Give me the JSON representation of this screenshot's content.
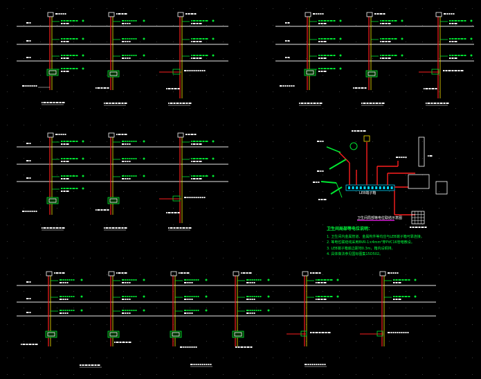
{
  "diagram": {
    "background": "#000000",
    "colors": {
      "bus": "#e8e8e8",
      "riser": "#ff1f1f",
      "riser_alt": "#ffe600",
      "green": "#00e832",
      "cyan": "#00d8ff",
      "magenta": "#ff22ff",
      "white": "#ffffff"
    },
    "blocks": [
      {
        "id": "top-left",
        "caption": "1号楼竖向配电干线图"
      },
      {
        "id": "top-right",
        "caption": "2号楼竖向配电干线图"
      },
      {
        "id": "mid-left",
        "caption": "3号楼竖向配电干线图"
      },
      {
        "id": "bottom",
        "caption": "地下室配电干线图"
      }
    ],
    "detail": {
      "title": "卫生间局部等电位联结示意图",
      "led_label": "LEB端子箱",
      "notes_heading": "卫生间局部等电位说明：",
      "notes": [
        "1. 卫生间内金属管道、金属构件等均应与LEB端子箱可靠连接。",
        "2. 等电位联结线采用BVR-1×4mm²穿PVC16管暗敷设。",
        "3. LEB端子箱底边距地0.3m，箱内设铜排。",
        "4. 具体做法参见国标图集15D502。"
      ]
    }
  }
}
